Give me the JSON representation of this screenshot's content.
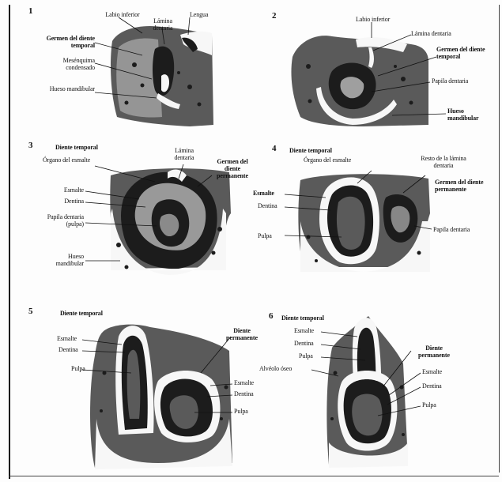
{
  "panels": [
    {
      "number": "1",
      "labels": {
        "labio_inferior": "Labio inferior",
        "lamina_dentaria": "Lámina dentaria",
        "lengua": "Lengua",
        "germen": "Germen del diente temporal",
        "mesenquima": "Mesénquima condensado",
        "hueso": "Hueso mandibular"
      }
    },
    {
      "number": "2",
      "labels": {
        "labio_inferior": "Labio inferior",
        "lamina_dentaria": "Lámina dentaria",
        "germen": "Germen del diente temporal",
        "papila": "Papila dentaria",
        "hueso": "Hueso mandibular"
      }
    },
    {
      "number": "3",
      "labels": {
        "diente_temporal": "Diente temporal",
        "organo_esmalte": "Órgano del esmalte",
        "lamina_dentaria": "Lámina dentaria",
        "germen_permanente": "Germen del diente permanente",
        "esmalte": "Esmalte",
        "dentina": "Dentina",
        "papila": "Papila dentaria (pulpa)",
        "hueso": "Hueso mandibular"
      }
    },
    {
      "number": "4",
      "labels": {
        "diente_temporal": "Diente temporal",
        "organo_esmalte": "Órgano del esmalte",
        "resto_lamina": "Resto de la lámina dentaria",
        "esmalte": "Esmalte",
        "dentina": "Dentina",
        "germen_permanente": "Germen del diente permanente",
        "pulpa": "Pulpa",
        "papila": "Papila dentaria"
      }
    },
    {
      "number": "5",
      "labels": {
        "diente_temporal": "Diente temporal",
        "esmalte": "Esmalte",
        "dentina": "Dentina",
        "pulpa": "Pulpa",
        "diente_permanente": "Diente permanente",
        "esmalte2": "Esmalte",
        "dentina2": "Dentina",
        "pulpa2": "Pulpa"
      }
    },
    {
      "number": "6",
      "labels": {
        "diente_temporal": "Diente temporal",
        "esmalte": "Esmalte",
        "dentina": "Dentina",
        "pulpa": "Pulpa",
        "alveolo": "Alvéolo óseo",
        "diente_permanente": "Diente permanente",
        "esmalte2": "Esmalte",
        "dentina2": "Dentina",
        "pulpa2": "Pulpa"
      }
    }
  ]
}
